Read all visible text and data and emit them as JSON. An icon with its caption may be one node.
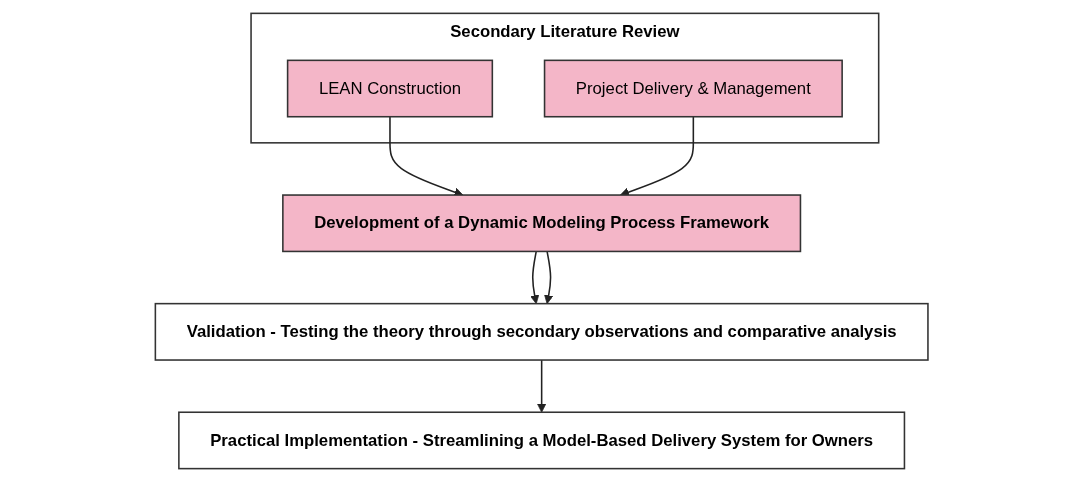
{
  "diagram": {
    "nodes": [
      {
        "text": [
          "Development of a Dynamic Modeling Process Framework"
        ]
      },
      {
        "text": [
          "Secondary Literature Review"
        ]
      },
      {
        "text": [
          "LEAN Construction"
        ],
        "in": 1
      },
      {
        "text": [
          "Project Delivery & Management"
        ],
        "in": 1
      },
      {
        "text": [
          "Validation - Testing the theory through secondary observations and comparative analysis"
        ]
      },
      {
        "text": [
          "Practical Implementation - Streamlining a Model-Based Delivery System for Owners"
        ]
      }
    ],
    "edges": [
      {
        "from": 2,
        "to": 0,
        "arrow": "to"
      },
      {
        "from": 3,
        "to": 0,
        "arrow": "to"
      },
      {
        "from": 0,
        "to": 4,
        "arrow": "to"
      },
      {
        "from": 0,
        "to": 4,
        "arrow": "to"
      },
      {
        "from": 4,
        "to": 5,
        "arrow": "to"
      }
    ]
  }
}
